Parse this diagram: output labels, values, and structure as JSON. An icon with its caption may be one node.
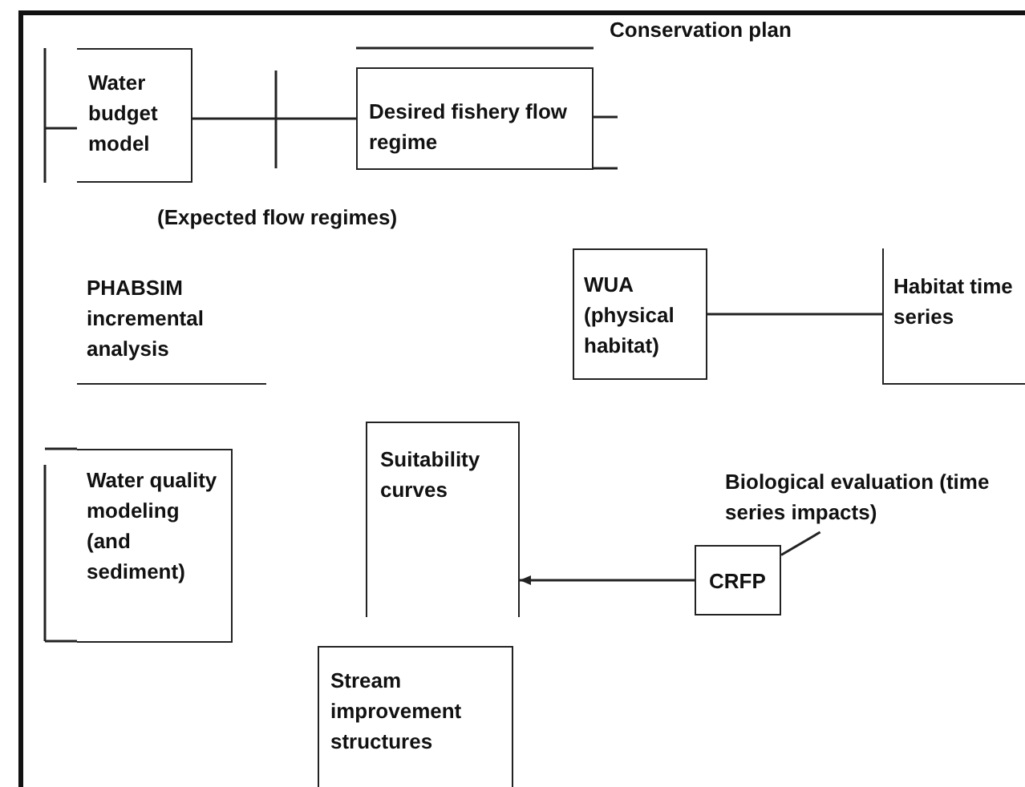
{
  "diagram": {
    "nodes": [
      {
        "text": [
          "Water budget model"
        ]
      },
      {
        "text": [
          "Desired fishery flow regime"
        ]
      },
      {
        "text": [
          "Conservation plan"
        ]
      },
      {
        "text": [
          "PHABSIM incremental analysis"
        ]
      },
      {
        "text": [
          "WUA (physical habitat)"
        ]
      },
      {
        "text": [
          "Habitat time series"
        ]
      },
      {
        "text": [
          "Water quality modeling (and sediment)"
        ]
      },
      {
        "text": [
          "Suitability curves"
        ]
      },
      {
        "text": [
          "Biological evaluation (time series impacts)"
        ]
      },
      {
        "text": [
          "CRFP"
        ]
      },
      {
        "text": [
          "Stream improvement structures"
        ]
      }
    ],
    "edges": [
      {
        "from": 0,
        "to": 1,
        "arrow": "none"
      },
      {
        "from": 4,
        "to": 5,
        "arrow": "none"
      },
      {
        "from": 9,
        "to": 7,
        "arrow": "to"
      },
      {
        "from": 9,
        "to": 8,
        "arrow": "none"
      }
    ],
    "labels": [
      "(Expected flow regimes)"
    ]
  }
}
